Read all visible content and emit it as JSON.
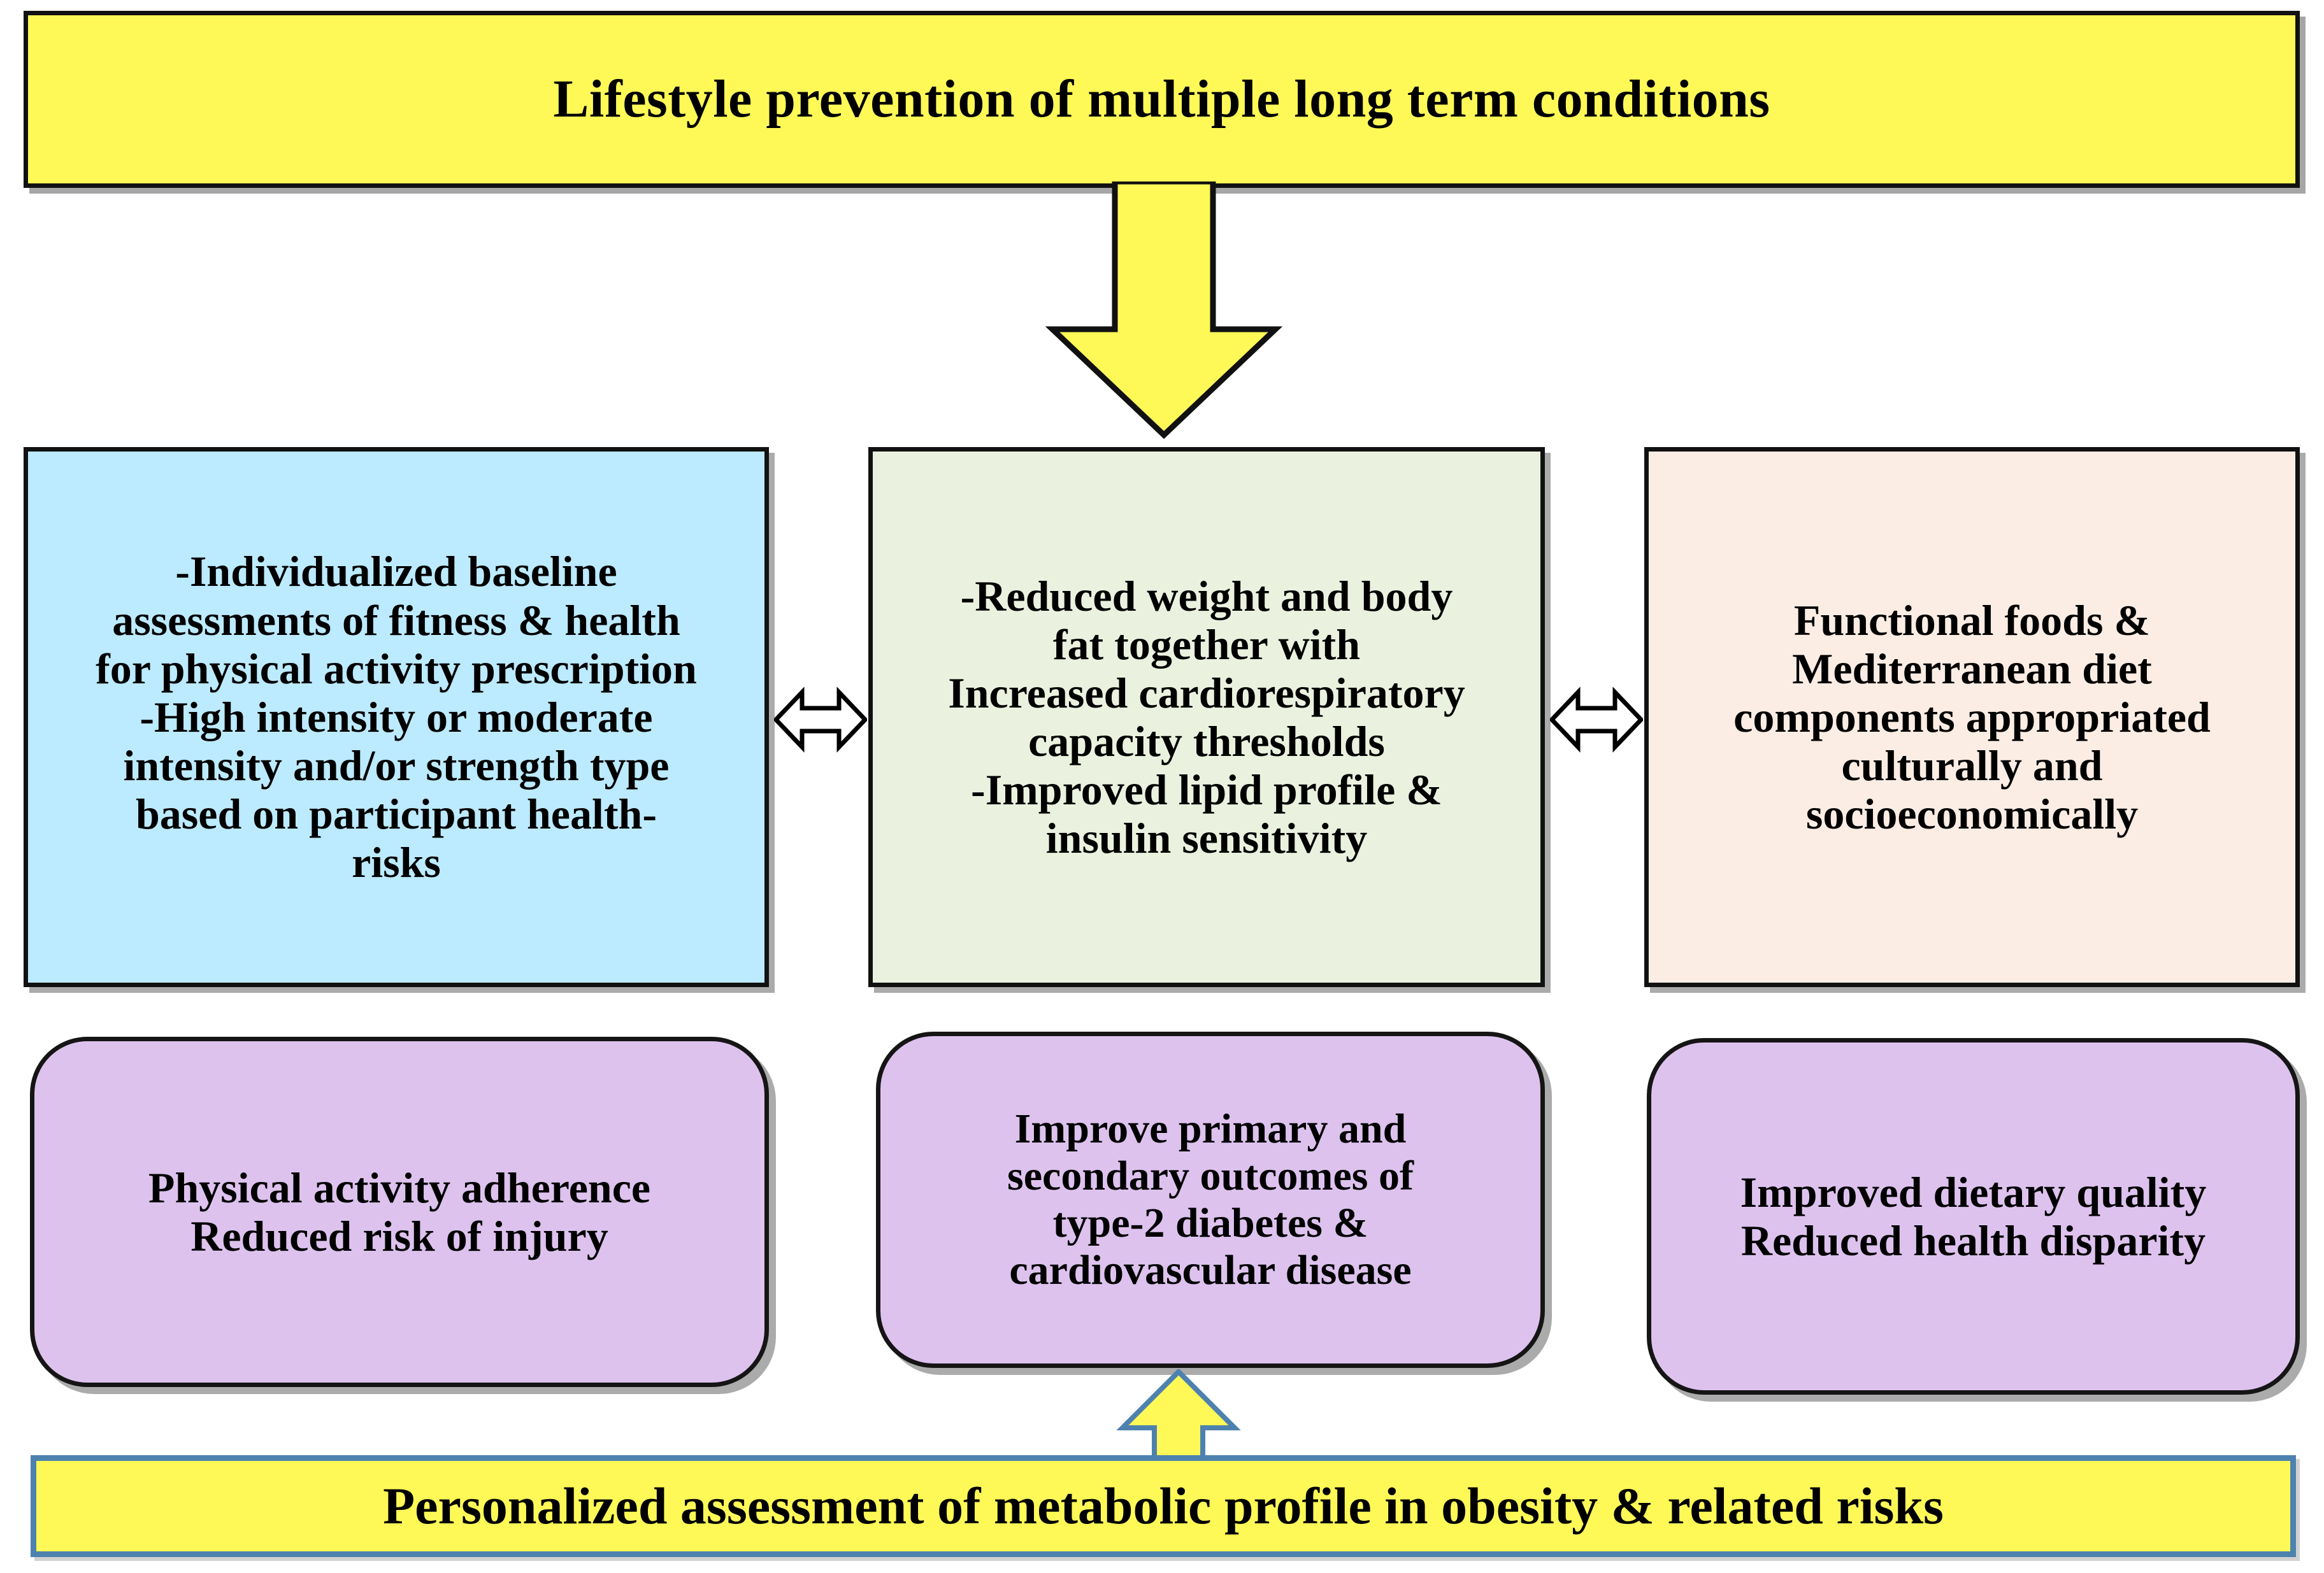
{
  "diagram": {
    "type": "flowchart",
    "title_banner": {
      "label": "Lifestyle prevention of multiple long term conditions",
      "fill": "#FFF957",
      "border": "#111111"
    },
    "middle_row": [
      {
        "id": "exercise",
        "label": "-Individualized baseline\nassessments  of fitness & health\nfor physical activity prescription\n-High intensity or moderate\nintensity and/or strength type\nbased on participant health-\nrisks",
        "fill": "#BCEAFF"
      },
      {
        "id": "outcomes",
        "label": "-Reduced weight and body\nfat together with\nIncreased cardiorespiratory\ncapacity thresholds\n-Improved lipid  profile &\ninsulin sensitivity",
        "fill": "#EAF2DF"
      },
      {
        "id": "diet",
        "label": "Functional foods &\nMediterranean diet\ncomponents appropriated\nculturally and\nsocioeconomically",
        "fill": "#FBEDE4"
      }
    ],
    "bottom_row": [
      {
        "id": "pa-adherence",
        "label": "Physical activity adherence\nReduced risk  of injury",
        "fill": "#DDC2EE"
      },
      {
        "id": "clinical-outcomes",
        "label": "Improve primary and\nsecondary outcomes of\ntype-2 diabetes &\ncardiovascular disease",
        "fill": "#DDC2EE"
      },
      {
        "id": "dietary-quality",
        "label": "Improved dietary quality\nReduced health disparity",
        "fill": "#DDC2EE"
      }
    ],
    "bottom_banner": {
      "label": "Personalized assessment of metabolic profile in obesity & related risks",
      "fill": "#FFF957",
      "border": "#4E82AE"
    },
    "connectors": [
      {
        "id": "flow-arrow-down",
        "kind": "block-arrow-down",
        "fill": "#FFF957",
        "stroke": "#111111"
      },
      {
        "id": "arrow-exercise-outcomes",
        "kind": "double-headed-arrow",
        "fill": "#FFFFFF",
        "stroke": "#000000"
      },
      {
        "id": "arrow-outcomes-diet",
        "kind": "double-headed-arrow",
        "fill": "#FFFFFF",
        "stroke": "#000000"
      },
      {
        "id": "flow-arrow-up",
        "kind": "block-arrow-up",
        "fill": "#FFF957",
        "stroke": "#4E82AE"
      }
    ]
  }
}
